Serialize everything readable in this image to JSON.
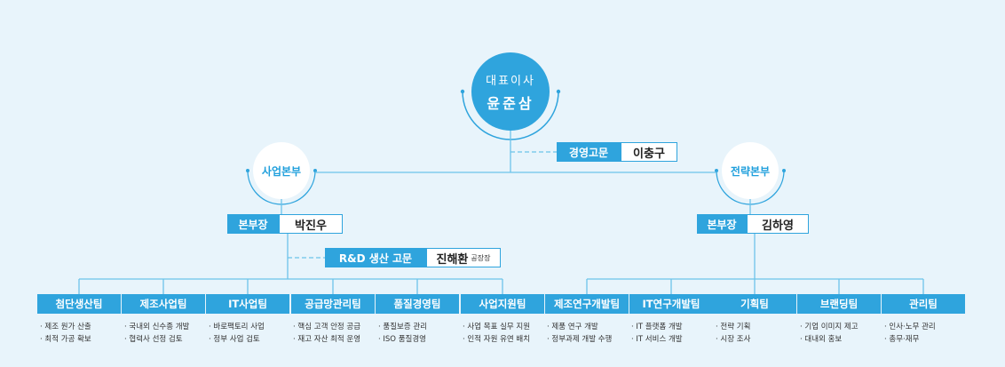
{
  "ceo": {
    "title": "대표이사",
    "name": "윤준삼"
  },
  "advisor": {
    "label": "경영고문",
    "name": "이충구"
  },
  "divisions": [
    {
      "name": "사업본부",
      "head_label": "본부장",
      "head_name": "박진우"
    },
    {
      "name": "전략본부",
      "head_label": "본부장",
      "head_name": "김하영"
    }
  ],
  "rd_advisor": {
    "label": "R&D 생산 고문",
    "name": "진해환",
    "title": "공장장"
  },
  "teams": [
    {
      "name": "첨단생산팀",
      "duties": [
        "제조 원가 산출",
        "최적 가공 확보"
      ]
    },
    {
      "name": "제조사업팀",
      "duties": [
        "국내외 신수종 개발",
        "협력사 선정 검토"
      ]
    },
    {
      "name": "IT사업팀",
      "duties": [
        "바로팩토리 사업",
        "정부 사업 검토"
      ]
    },
    {
      "name": "공급망관리팀",
      "duties": [
        "핵심 고객 안정 공급",
        "재고 자산 최적 운영"
      ]
    },
    {
      "name": "품질경영팀",
      "duties": [
        "품질보증 관리",
        "ISO 품질경영"
      ]
    },
    {
      "name": "사업지원팀",
      "duties": [
        "사업 목표 실무 지원",
        "인적 자원 유연 배치"
      ]
    },
    {
      "name": "제조연구개발팀",
      "duties": [
        "제품 연구 개발",
        "정부과제 개발 수행"
      ]
    },
    {
      "name": "IT연구개발팀",
      "duties": [
        "IT 플랫폼 개발",
        "IT 서비스 개발"
      ]
    },
    {
      "name": "기획팀",
      "duties": [
        "전략 기획",
        "시장 조사"
      ]
    },
    {
      "name": "브랜딩팀",
      "duties": [
        "기업 이미지 제고",
        "대내외 홍보"
      ]
    },
    {
      "name": "관리팀",
      "duties": [
        "인사·노무 관리",
        "총무·재무"
      ]
    }
  ],
  "colors": {
    "accent": "#2fa4dd",
    "background": "#e8f4fb",
    "line": "#6cc3ea"
  }
}
